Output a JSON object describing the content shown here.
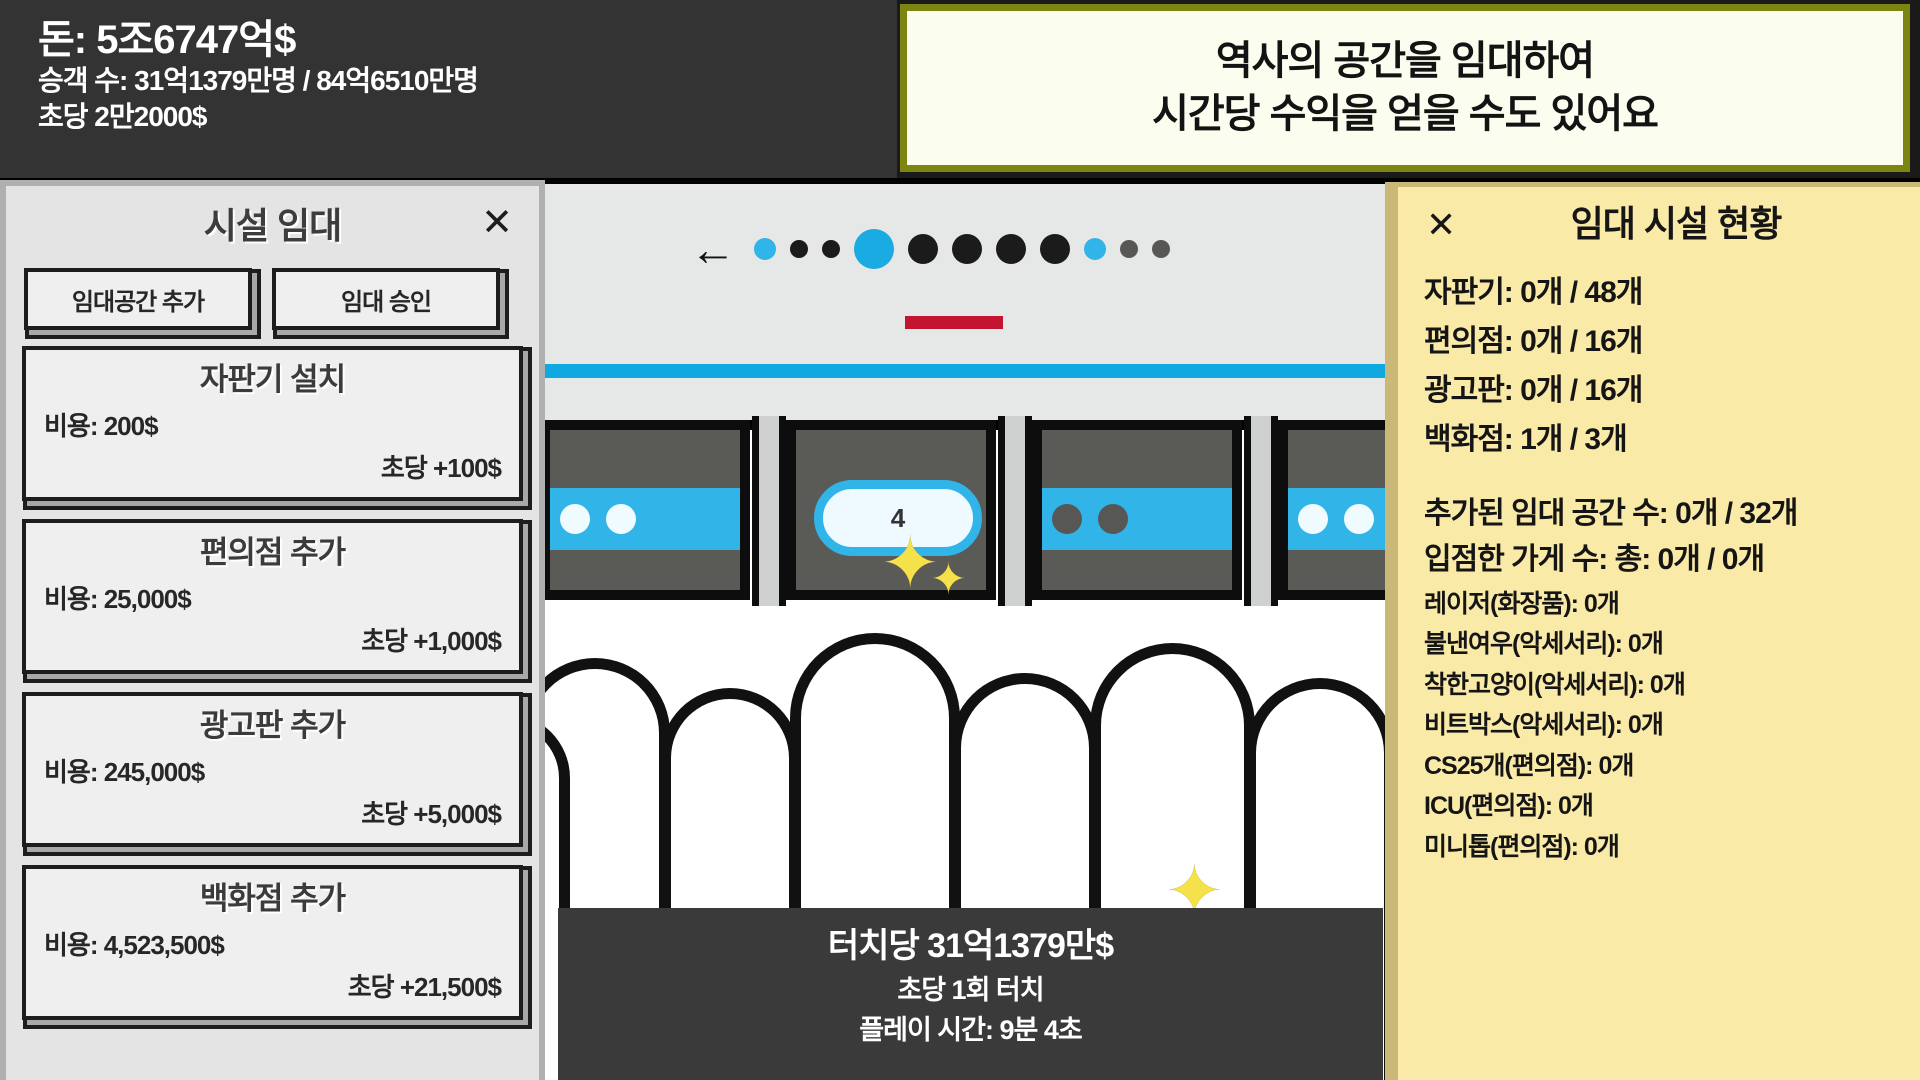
{
  "topbar": {
    "money": "돈: 5조6747억$",
    "passengers": "승객 수: 31억1379만명 / 84억6510만명",
    "per_second": "초당 2만2000$"
  },
  "banner": {
    "line1": "역사의 공간을 임대하여",
    "line2": "시간당 수익을 얻을 수도 있어요",
    "border_color": "#7d8511",
    "bg_color": "#fbfdef"
  },
  "left_panel": {
    "title": "시설 임대",
    "close_label": "✕",
    "buttons": [
      {
        "label": "임대공간 추가"
      },
      {
        "label": "임대 승인"
      }
    ],
    "cards": [
      {
        "title": "자판기 설치",
        "cost": "비용: 200$",
        "rate": "초당 +100$"
      },
      {
        "title": "편의점 추가",
        "cost": "비용: 25,000$",
        "rate": "초당 +1,000$"
      },
      {
        "title": "광고판 추가",
        "cost": "비용: 245,000$",
        "rate": "초당 +5,000$"
      },
      {
        "title": "백화점 추가",
        "cost": "비용: 4,523,500$",
        "rate": "초당 +21,500$"
      }
    ]
  },
  "right_panel": {
    "title": "임대 시설 현황",
    "close_label": "✕",
    "bg_color": "#faeaa8",
    "border_color": "#c9b878",
    "stats": [
      "자판기: 0개 / 48개",
      "편의점: 0개 / 16개",
      "광고판: 0개 / 16개",
      "백화점: 1개 / 3개"
    ],
    "space_summary": "추가된 임대 공간 수: 0개 / 32개",
    "shop_summary": "입점한 가게 수: 총: 0개 / 0개",
    "shops": [
      "레이저(화장품): 0개",
      "불낸여우(악세서리): 0개",
      "착한고양이(악세서리): 0개",
      "비트박스(악세서리): 0개",
      "CS25개(편의점): 0개",
      "ICU(편의점): 0개",
      "미니톱(편의점): 0개"
    ]
  },
  "info_box": {
    "per_touch": "터치당 31억1379만$",
    "touch_rate": "초당 1회 터치",
    "play_time": "플레이 시간: 9분 4초"
  },
  "scene": {
    "door_number": "4",
    "accent_blue": "#31b4e8",
    "sign_underline_color": "#c31432",
    "arrow_icon": "←"
  }
}
